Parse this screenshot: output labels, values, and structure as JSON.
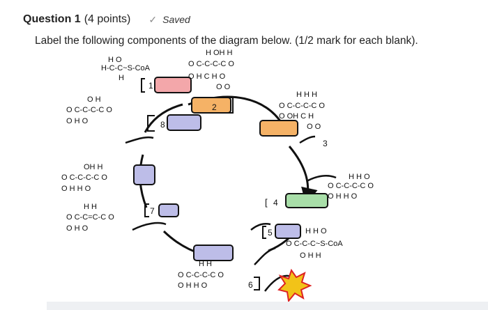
{
  "question": {
    "title": "Question 1",
    "points": "(4 points)",
    "status": "Saved",
    "status_icon": "check-icon",
    "instruction": "Label the following components of the diagram below. (1/2 mark for each blank)."
  },
  "diagram": {
    "blanks": [
      {
        "number": "1",
        "color": "#f3a7aa"
      },
      {
        "number": "2",
        "color": "#f5b266"
      },
      {
        "number": "3",
        "color": "#f5b266"
      },
      {
        "number": "4",
        "color": "#a8dea8"
      },
      {
        "number": "5",
        "color": "#bdbde8"
      },
      {
        "number": "6",
        "color": "#bdbde8"
      },
      {
        "number": "7",
        "color": "#bdbde8"
      },
      {
        "number": "8",
        "color": "#bdbde8"
      }
    ],
    "extra_marks": {
      "bracket_4": "[",
      "bracket_1": "["
    },
    "molecules": {
      "acetyl_coa": [
        "H O",
        "H-C-C~S-CoA",
        "H"
      ],
      "citrate": [
        "H OH H",
        "O C-C-C-C O",
        "O H C H O",
        "O O"
      ],
      "isocitrate": [
        "H H H",
        "O C-C-C-C O",
        "O OH C H",
        "O O"
      ],
      "alpha_ketoglutarate": [
        "H H O",
        "O C-C-C-C O",
        "O H H O"
      ],
      "succinyl_coa": [
        "H H O",
        "O C-C-C~S-CoA",
        "O H H"
      ],
      "succinate": [
        "H H",
        "O C-C-C-C O",
        "O H H O"
      ],
      "fumarate": [
        "H H",
        "O C-C=C-C O",
        "O H O"
      ],
      "malate": [
        "OH H",
        "O C-C-C-C O",
        "O H H O"
      ],
      "oxaloacetate": [
        "O H",
        "O C-C-C-C O",
        "O H O"
      ]
    }
  }
}
